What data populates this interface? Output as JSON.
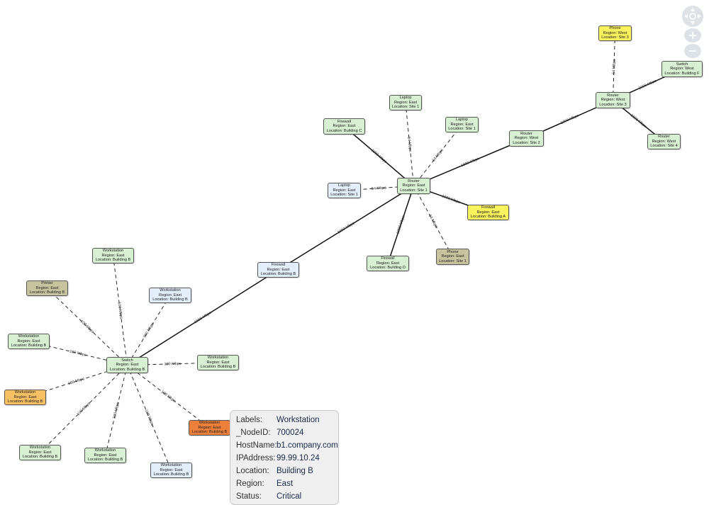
{
  "colors": {
    "green": "#d7f0d2",
    "yellow": "#fbf35e",
    "blue": "#e3eefb",
    "khaki": "#c7c39e",
    "orange_light": "#f9c063",
    "orange_dark": "#ec7f3a",
    "edge": "#111111",
    "tooltip_bg": "#efefef"
  },
  "nodes": [
    {
      "id": "n1",
      "label": "Phone",
      "region": "Region: West",
      "location": "Location: Site 3",
      "color": "yellow"
    },
    {
      "id": "n2",
      "label": "Switch",
      "region": "Region: West",
      "location": "Location: Building F",
      "color": "green"
    },
    {
      "id": "n3",
      "label": "Router",
      "region": "Region: West",
      "location": "Location: Site 3",
      "color": "green"
    },
    {
      "id": "n4",
      "label": "Router",
      "region": "Region: West",
      "location": "Location: Site 4",
      "color": "green"
    },
    {
      "id": "n5",
      "label": "Router",
      "region": "Region: West",
      "location": "Location: Site 2",
      "color": "green"
    },
    {
      "id": "n6",
      "label": "Laptop",
      "region": "Region: East",
      "location": "Location: Site 1",
      "color": "green"
    },
    {
      "id": "n7",
      "label": "Laptop",
      "region": "Region: East",
      "location": "Location: Site 1",
      "color": "green"
    },
    {
      "id": "n8",
      "label": "Firewall",
      "region": "Region: East",
      "location": "Location: Building C",
      "color": "green"
    },
    {
      "id": "n9",
      "label": "Router",
      "region": "Region: East",
      "location": "Location: Site 1",
      "color": "green"
    },
    {
      "id": "n10",
      "label": "Laptop",
      "region": "Region: East",
      "location": "Location: Site 1",
      "color": "blue"
    },
    {
      "id": "n11",
      "label": "Firewall",
      "region": "Region: East",
      "location": "Location: Building A",
      "color": "yellow"
    },
    {
      "id": "n12",
      "label": "Firewall",
      "region": "Region: East",
      "location": "Location: Building D",
      "color": "green"
    },
    {
      "id": "n13",
      "label": "Phone",
      "region": "Region: East",
      "location": "Location: Site 1",
      "color": "khaki"
    },
    {
      "id": "n14",
      "label": "Firewall",
      "region": "Region: East",
      "location": "Location: Building B",
      "color": "blue"
    },
    {
      "id": "n15",
      "label": "Workstation",
      "region": "Region: East",
      "location": "Location: Building B",
      "color": "green"
    },
    {
      "id": "n16",
      "label": "Printer",
      "region": "Region: East",
      "location": "Location: Building B",
      "color": "khaki"
    },
    {
      "id": "n17",
      "label": "Workstation",
      "region": "Region: East",
      "location": "Location: Building B",
      "color": "blue"
    },
    {
      "id": "n18",
      "label": "Workstation",
      "region": "Region: East",
      "location": "Location: Building B",
      "color": "green"
    },
    {
      "id": "n19",
      "label": "Switch",
      "region": "Region: East",
      "location": "Location: Building B",
      "color": "green"
    },
    {
      "id": "n20",
      "label": "Workstation",
      "region": "Region: East",
      "location": "Location: Building B",
      "color": "green"
    },
    {
      "id": "n21",
      "label": "Workstation",
      "region": "Region: East",
      "location": "Location: Building B",
      "color": "orange_light"
    },
    {
      "id": "n22",
      "label": "Workstation",
      "region": "Region: East",
      "location": "Location: Building B",
      "color": "orange_dark"
    },
    {
      "id": "n23",
      "label": "Workstation",
      "region": "Region: East",
      "location": "Location: Building B",
      "color": "green"
    },
    {
      "id": "n24",
      "label": "Workstation",
      "region": "Region: East",
      "location": "Location: Building B",
      "color": "green"
    },
    {
      "id": "n25",
      "label": "Workstation",
      "region": "Region: East",
      "location": "Location: Building B",
      "color": "blue"
    }
  ],
  "edges": [
    {
      "id": "e1",
      "from": "n1",
      "to": "n3",
      "label": "54 Mbps",
      "style": "dashed"
    },
    {
      "id": "e2",
      "from": "n3",
      "to": "n2",
      "label": "1000 Mbps",
      "style": "solid"
    },
    {
      "id": "e3",
      "from": "n3",
      "to": "n4",
      "label": "1000 Mbps",
      "style": "solid"
    },
    {
      "id": "e4",
      "from": "n5",
      "to": "n3",
      "label": "1000 Mbps",
      "style": "solid"
    },
    {
      "id": "e5",
      "from": "n9",
      "to": "n5",
      "label": "1000 Mbps",
      "style": "solid"
    },
    {
      "id": "e6",
      "from": "n8",
      "to": "n9",
      "label": "1000 Mbps",
      "style": "solid"
    },
    {
      "id": "e7",
      "from": "n6",
      "to": "n9",
      "label": "54 Mbps",
      "style": "dashed"
    },
    {
      "id": "e8",
      "from": "n7",
      "to": "n9",
      "label": "54 Mbps",
      "style": "dashed"
    },
    {
      "id": "e9",
      "from": "n10",
      "to": "n9",
      "label": "54 Mbps",
      "style": "dashed"
    },
    {
      "id": "e10",
      "from": "n9",
      "to": "n11",
      "label": "1000 Mbps",
      "style": "solid"
    },
    {
      "id": "e11",
      "from": "n9",
      "to": "n12",
      "label": "1000 Mbps",
      "style": "solid"
    },
    {
      "id": "e12",
      "from": "n9",
      "to": "n13",
      "label": "54 Mbps",
      "style": "dashed"
    },
    {
      "id": "e13",
      "from": "n9",
      "to": "n14",
      "label": "1000 Mbps",
      "style": "solid"
    },
    {
      "id": "e14",
      "from": "n14",
      "to": "n19",
      "label": "1000 Mbps",
      "style": "solid"
    },
    {
      "id": "e15",
      "from": "n15",
      "to": "n19",
      "label": "100 Mbps",
      "style": "dashed"
    },
    {
      "id": "e16",
      "from": "n16",
      "to": "n19",
      "label": "100 Mbps",
      "style": "dashed"
    },
    {
      "id": "e17",
      "from": "n17",
      "to": "n19",
      "label": "100 Mbps",
      "style": "dashed"
    },
    {
      "id": "e18",
      "from": "n18",
      "to": "n19",
      "label": "100 Mbps",
      "style": "dashed"
    },
    {
      "id": "e19",
      "from": "n19",
      "to": "n20",
      "label": "100 Mbps",
      "style": "dashed"
    },
    {
      "id": "e20",
      "from": "n21",
      "to": "n19",
      "label": "100 Mbps",
      "style": "dashed"
    },
    {
      "id": "e21",
      "from": "n19",
      "to": "n22",
      "label": "100 Mbps",
      "style": "dashed"
    },
    {
      "id": "e22",
      "from": "n23",
      "to": "n19",
      "label": "100 Mbps",
      "style": "dashed"
    },
    {
      "id": "e23",
      "from": "n24",
      "to": "n19",
      "label": "100 Mbps",
      "style": "dashed"
    },
    {
      "id": "e24",
      "from": "n19",
      "to": "n25",
      "label": "100 Mbps",
      "style": "dashed"
    }
  ],
  "tooltip": {
    "rows": [
      {
        "key": "Labels:",
        "value": "Workstation"
      },
      {
        "key": "_NodeID:",
        "value": "700024"
      },
      {
        "key": "HostName:",
        "value": "b1.company.com"
      },
      {
        "key": "IPAddress:",
        "value": "99.99.10.24"
      },
      {
        "key": "Location:",
        "value": "Building B"
      },
      {
        "key": "Region:",
        "value": "East"
      },
      {
        "key": "Status:",
        "value": "Critical"
      }
    ]
  },
  "controls": {
    "navigation_icon": "move-arrows-icon",
    "zoom_in_label": "+",
    "zoom_out_label": "−"
  }
}
